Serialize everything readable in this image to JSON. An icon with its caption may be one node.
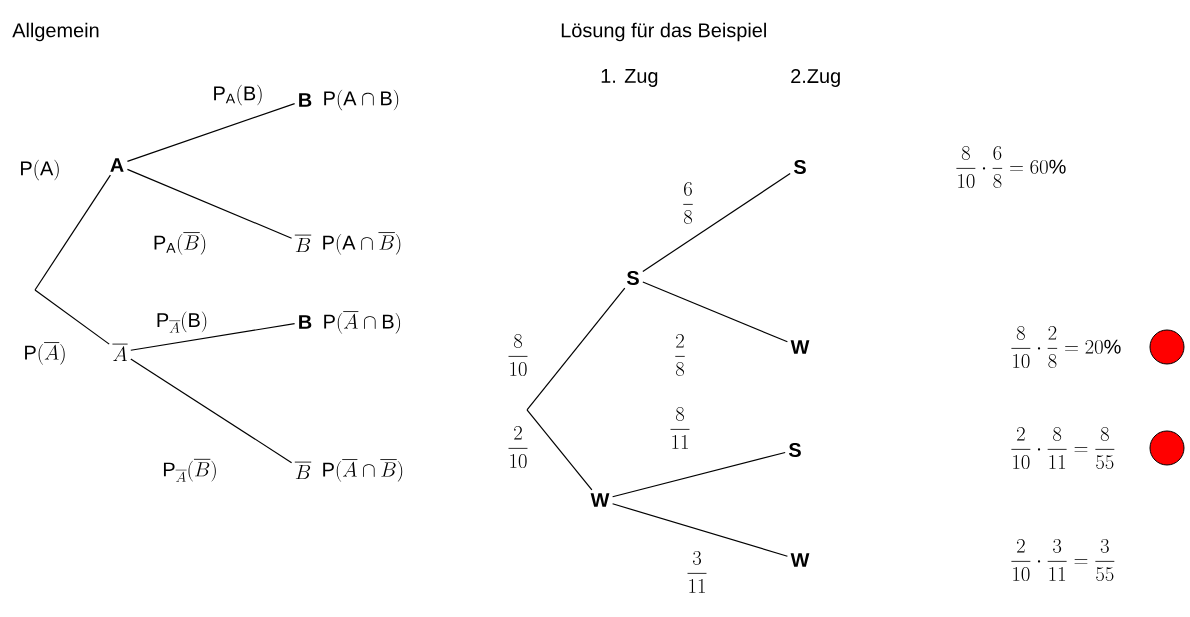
{
  "diagram": {
    "nodes": [
      {
        "text": [
          "\\textbf{A}"
        ]
      },
      {
        "text": [
          "\\textbf{B}"
        ],
        "beside": [
          "\\mathrm{P}(\\mathrm{A}\\cap\\mathrm{B})"
        ]
      },
      {
        "text": [
          "\\overline{B}"
        ],
        "beside": [
          "\\mathrm{P}(\\mathrm{A}\\cap\\overline{B})"
        ]
      },
      {
        "text": [
          "\\overline{A}"
        ]
      },
      {
        "text": [
          "\\textbf{B}"
        ],
        "beside": [
          "\\mathrm{P}(\\overline{A}\\cap\\mathrm{B})"
        ]
      },
      {
        "text": [
          "\\overline{B}"
        ],
        "beside": [
          "\\mathrm{P}(\\overline{A}\\cap\\overline{B})"
        ]
      },
      {
        "text": [
          "\\textbf{S}"
        ]
      },
      {
        "text": [
          "\\textbf{W}"
        ]
      },
      {
        "text": [
          "\\textbf{S}"
        ]
      },
      {
        "text": [
          "\\textbf{W}"
        ]
      },
      {
        "text": [
          "\\textbf{S}"
        ]
      },
      {
        "text": [
          "\\textbf{W}"
        ]
      }
    ],
    "edges": [
      {
        "from": null,
        "to": 0,
        "arrow": "none",
        "label": "\\mathrm{P}(\\mathrm{A})"
      },
      {
        "from": null,
        "to": 3,
        "arrow": "none",
        "label": "\\mathrm{P}(\\overline{A})"
      },
      {
        "from": 0,
        "to": 1,
        "arrow": "none",
        "label": "\\mathrm{P}_{\\mathrm{A}}(\\mathrm{B})"
      },
      {
        "from": 0,
        "to": 2,
        "arrow": "none",
        "label": "\\mathrm{P}_{\\mathrm{A}}(\\overline{B})"
      },
      {
        "from": 3,
        "to": 4,
        "arrow": "none",
        "label": "\\mathrm{P}_{\\overline{A}}(\\mathrm{B})"
      },
      {
        "from": 3,
        "to": 5,
        "arrow": "none",
        "label": "\\mathrm{P}_{\\overline{A}}(\\overline{B})"
      },
      {
        "from": null,
        "to": 6,
        "arrow": "none",
        "label": "\\frac{8}{10}"
      },
      {
        "from": null,
        "to": 7,
        "arrow": "none",
        "label": "\\frac{2}{10}"
      },
      {
        "from": 6,
        "to": 8,
        "arrow": "none",
        "label": "\\frac{6}{8}"
      },
      {
        "from": 6,
        "to": 9,
        "arrow": "none",
        "label": "\\frac{2}{8}"
      },
      {
        "from": 7,
        "to": 10,
        "arrow": "none",
        "label": "\\frac{8}{11}"
      },
      {
        "from": 7,
        "to": 11,
        "arrow": "none",
        "label": "\\frac{3}{11}"
      }
    ],
    "labels": [
      "Allgemein",
      "Lösung für das Beispiel",
      "1. Zug",
      "2.Zug",
      "\\frac{8}{10}\\cdot\\frac{6}{8}=60\\%",
      "\\frac{8}{10}\\cdot\\frac{2}{8}=20\\%",
      "\\frac{2}{10}\\cdot\\frac{8}{11}=\\frac{8}{55}",
      "\\frac{2}{10}\\cdot\\frac{3}{11}=\\frac{3}{55}"
    ]
  }
}
